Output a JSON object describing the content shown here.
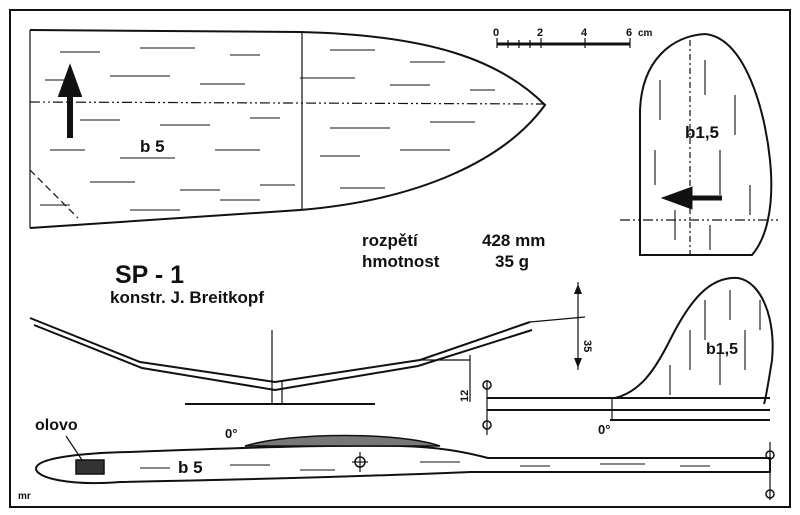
{
  "title": "SP - 1",
  "designer": "konstr. J. Breitkopf",
  "specs": {
    "span_label": "rozpětí",
    "span_value": "428 mm",
    "mass_label": "hmotnost",
    "mass_value": "35 g"
  },
  "scale": {
    "ticks": [
      "0",
      "2",
      "4",
      "6"
    ],
    "unit": "cm"
  },
  "parts": {
    "wing_material": "b 5",
    "fin_material": "b1,5",
    "fin_side_material": "b1,5",
    "fuselage_material": "b 5",
    "ballast_label": "olovo"
  },
  "dimensions": {
    "tip_dihedral": "35",
    "center_dihedral": "12",
    "wing_incidence": "0°",
    "tail_incidence": "0°"
  },
  "signature": "mr"
}
